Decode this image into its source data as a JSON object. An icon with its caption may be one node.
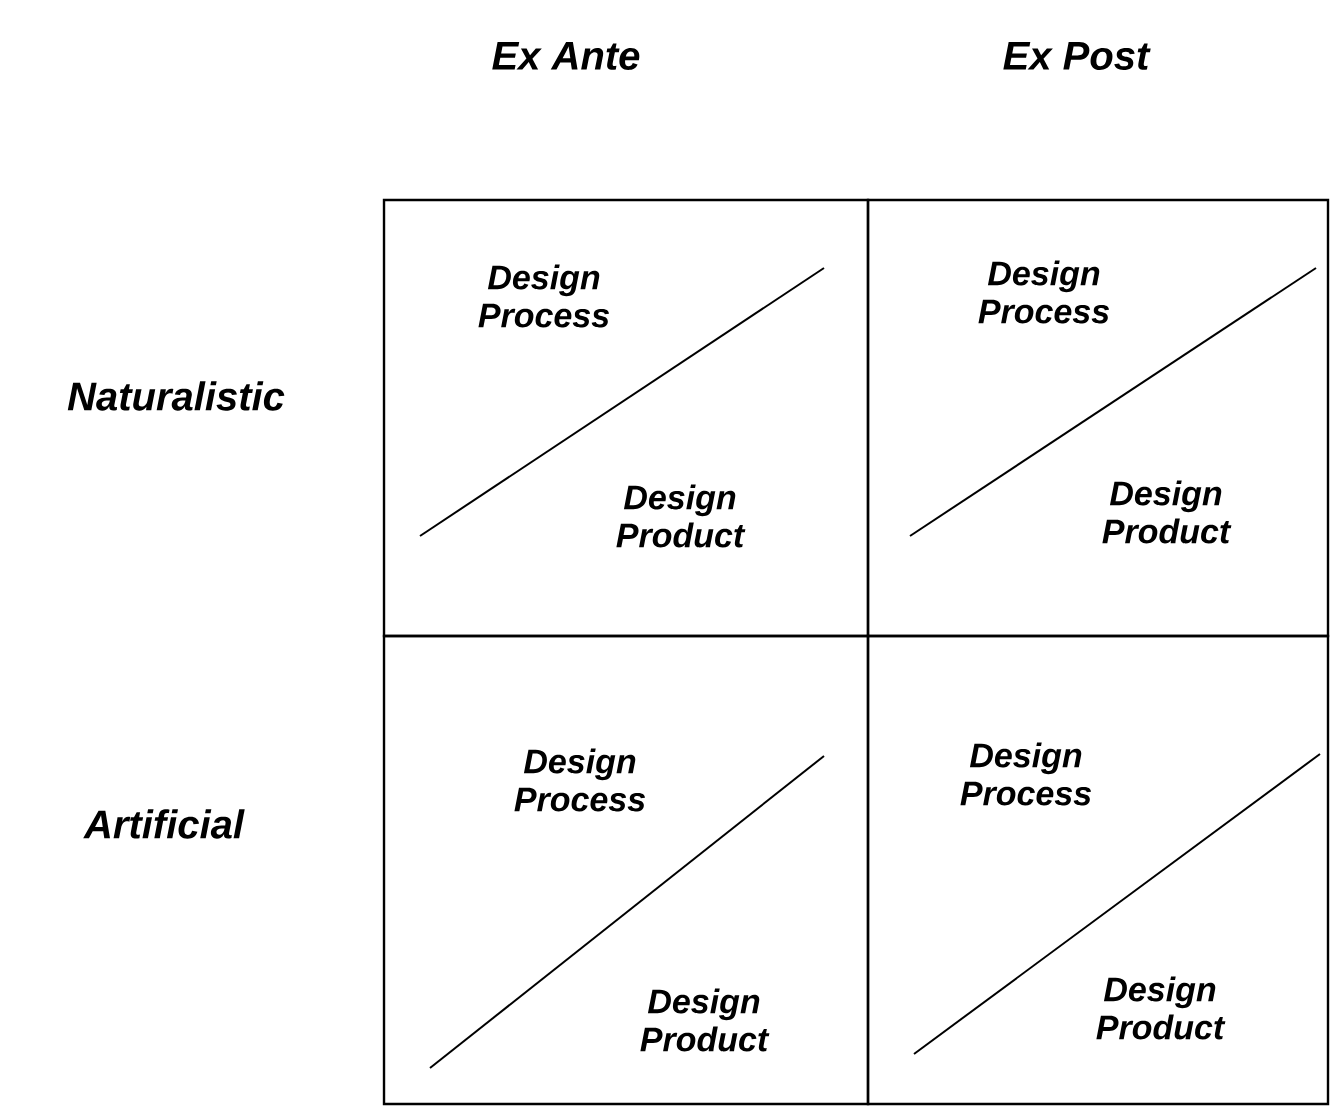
{
  "diagram": {
    "nodes": [
      {
        "text": [
          "Design Process",
          "Design Product"
        ]
      },
      {
        "text": [
          "Design Process",
          "Design Product"
        ]
      },
      {
        "text": [
          "Design Process",
          "Design Product"
        ]
      },
      {
        "text": [
          "Design Process",
          "Design Product"
        ]
      }
    ],
    "labels": [
      "Ex Ante",
      "Ex Post",
      "Naturalistic",
      "Artificial"
    ]
  }
}
